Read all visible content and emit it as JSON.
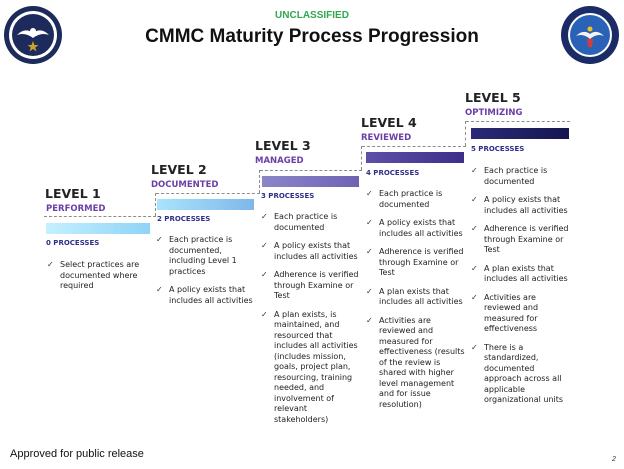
{
  "header": {
    "classification": "UNCLASSIFIED",
    "title": "CMMC Maturity Process Progression"
  },
  "colors": {
    "classification": "#2fa84f",
    "level_subtitle": "#6a3fa6",
    "process_count": "#2c2f8a",
    "bar_start": "#bfefff",
    "bar_end": "#1b1e5e",
    "connector": "#8c8c8c"
  },
  "seals": {
    "left": {
      "icon": "seal-eagle-icon"
    },
    "right": {
      "icon": "department-of-defense-seal-icon"
    }
  },
  "levels": [
    {
      "title": "LEVEL 1",
      "subtitle": "PERFORMED",
      "processes": "0 PROCESSES",
      "items": [
        "Select practices are documented where required"
      ]
    },
    {
      "title": "LEVEL 2",
      "subtitle": "DOCUMENTED",
      "processes": "2 PROCESSES",
      "items": [
        "Each practice is documented, including Level 1 practices",
        "A policy exists that includes all activities"
      ]
    },
    {
      "title": "LEVEL 3",
      "subtitle": "MANAGED",
      "processes": "3 PROCESSES",
      "items": [
        "Each practice is documented",
        "A policy exists that includes all activities",
        "Adherence is verified through Examine or Test",
        "A plan exists, is maintained, and resourced that includes all activities (includes mission, goals, project plan, resourcing, training needed, and involvement of relevant stakeholders)"
      ]
    },
    {
      "title": "LEVEL 4",
      "subtitle": "REVIEWED",
      "processes": "4 PROCESSES",
      "items": [
        "Each practice is documented",
        "A policy exists that includes all activities",
        "Adherence is verified through Examine or Test",
        "A plan exists that includes all activities",
        "Activities are reviewed and measured for effectiveness (results of the review is shared with higher level management and for issue resolution)"
      ]
    },
    {
      "title": "LEVEL 5",
      "subtitle": "OPTIMIZING",
      "processes": "5 PROCESSES",
      "items": [
        "Each practice is documented",
        "A policy exists that includes all activities",
        "Adherence is verified through Examine or Test",
        "A plan exists that includes all activities",
        "Activities are reviewed and measured for effectiveness",
        "There is a standardized, documented approach across all applicable organizational units"
      ]
    }
  ],
  "footer": {
    "release": "Approved for public release",
    "page_number": "2"
  }
}
